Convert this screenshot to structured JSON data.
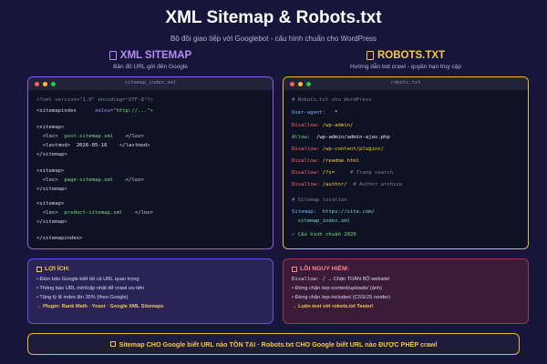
{
  "header": {
    "title": "XML Sitemap & Robots.txt",
    "subtitle": "Bộ đôi giao tiếp với Googlebot - cấu hình chuẩn cho WordPress"
  },
  "sitemap": {
    "heading": "XML SITEMAP",
    "subheading": "Bản đồ URL gửi đến Google",
    "window_title": "sitemap_index.xml",
    "code": {
      "l1": "<?xml version=\"1.0\" encoding=\"UTF-8\"?>",
      "l2_tag": "<sitemapindex",
      "l2_attr": "xmlns=",
      "l2_str": "\"http://...\">",
      "sm_open": "<sitemap>",
      "sm_close": "</sitemap>",
      "loc_open": "<loc>",
      "loc_close": "</loc>",
      "lastmod_open": "<lastmod>",
      "lastmod_close": "</lastmod>",
      "loc1": "post-sitemap.xml",
      "lastmod1": "2026-05-16",
      "loc2": "page-sitemap.xml",
      "loc3": "product-sitemap.xml",
      "close": "</sitemapindex>"
    }
  },
  "robots": {
    "heading": "ROBOTS.TXT",
    "subheading": "Hướng dẫn bot crawl - quyền hạn truy cập",
    "window_title": "robots.txt",
    "code": {
      "c1": "# Robots.txt cho WordPress",
      "ua_key": "User-agent:",
      "ua_val": "*",
      "dis_key": "Disallow:",
      "allow_key": "Allow:",
      "p1": "/wp-admin/",
      "p2": "/wp-admin/admin-ajax.php",
      "p3": "/wp-content/plugins/",
      "p4": "/readme.html",
      "p5": "/?s=",
      "p5_comment": "# Trang search",
      "p6": "/author/",
      "p6_comment": "# Author archive",
      "c2": "# Sitemap location",
      "sm_key": "Sitemap:",
      "sm_val1": "https://site.com/",
      "sm_val2": "sitemap_index.xml",
      "ok": "✓ Cấu hình chuẩn 2026"
    }
  },
  "benefits": {
    "title": "LỢI ÍCH:",
    "items": [
      "• Đảm bảo Google biết tất cả URL quan trọng",
      "• Thông báo URL mới/cập nhật để crawl ưu tiên",
      "• Tăng tỷ lệ index lên 35% (theo Google)"
    ],
    "footer": "→ Plugin: Rank Math · Yoast · Google XML Sitemaps"
  },
  "errors": {
    "title": "LỖI NGUY HIỂM:",
    "line1_key": "Disallow: /",
    "line1_val": "→ Chặn TOÀN BỘ website!",
    "items": [
      "• Đừng chặn /wp-content/uploads/ (ảnh)",
      "• Đừng chặn /wp-includes/ (CSS/JS render)"
    ],
    "footer": "→ Luôn test với robots.txt Tester!"
  },
  "banner": {
    "text": "Sitemap CHO Google biết URL nào TỒN TẠI · Robots.txt CHO Google biết URL nào ĐƯỢC PHÉP crawl"
  },
  "colors": {
    "background": "#17163a",
    "sitemap_accent": "#8a5cf0",
    "robots_accent": "#e6b93a",
    "error_accent": "#ff8a8a"
  },
  "icons": [
    "document-icon",
    "lock-icon",
    "lightbulb-icon",
    "warning-icon",
    "key-icon"
  ]
}
